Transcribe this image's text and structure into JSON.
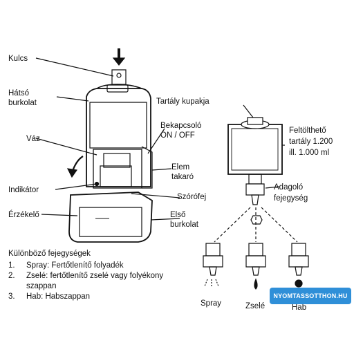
{
  "labels": {
    "kulcs": "Kulcs",
    "hatso_1": "Hátsó",
    "hatso_2": "burkolat",
    "vaz": "Váz",
    "indikator": "Indikátor",
    "erzekelo": "Érzékelő",
    "tartaly_kupakja": "Tartály kupakja",
    "bekapcsolo_1": "Bekapcsoló",
    "bekapcsolo_2": "ON / OFF",
    "elem_1": "Elem",
    "elem_2": "takaró",
    "szorofej": "Szórófej",
    "elso_1": "Első",
    "elso_2": "burkolat",
    "feltoltheto_1": "Feltölthető",
    "feltoltheto_2": "tartály 1.200",
    "feltoltheto_3": "ill. 1.000 ml",
    "adagolo_1": "Adagoló",
    "adagolo_2": "fejegység"
  },
  "legend": {
    "title": "Különböző fejegységek",
    "items": [
      {
        "num": "1.",
        "text": "Spray: Fertőtlenítő folyadék"
      },
      {
        "num": "2.",
        "text": "Zselé: fertőtlenítő zselé vagy folyékony"
      },
      {
        "num": "",
        "text": "szappan"
      },
      {
        "num": "3.",
        "text": "Hab: Habszappan"
      }
    ]
  },
  "head_labels": {
    "spray": "Spray",
    "zsele": "Zselé",
    "hab": "Hab"
  },
  "watermark": "NYOMTASSOTTHON.HU"
}
